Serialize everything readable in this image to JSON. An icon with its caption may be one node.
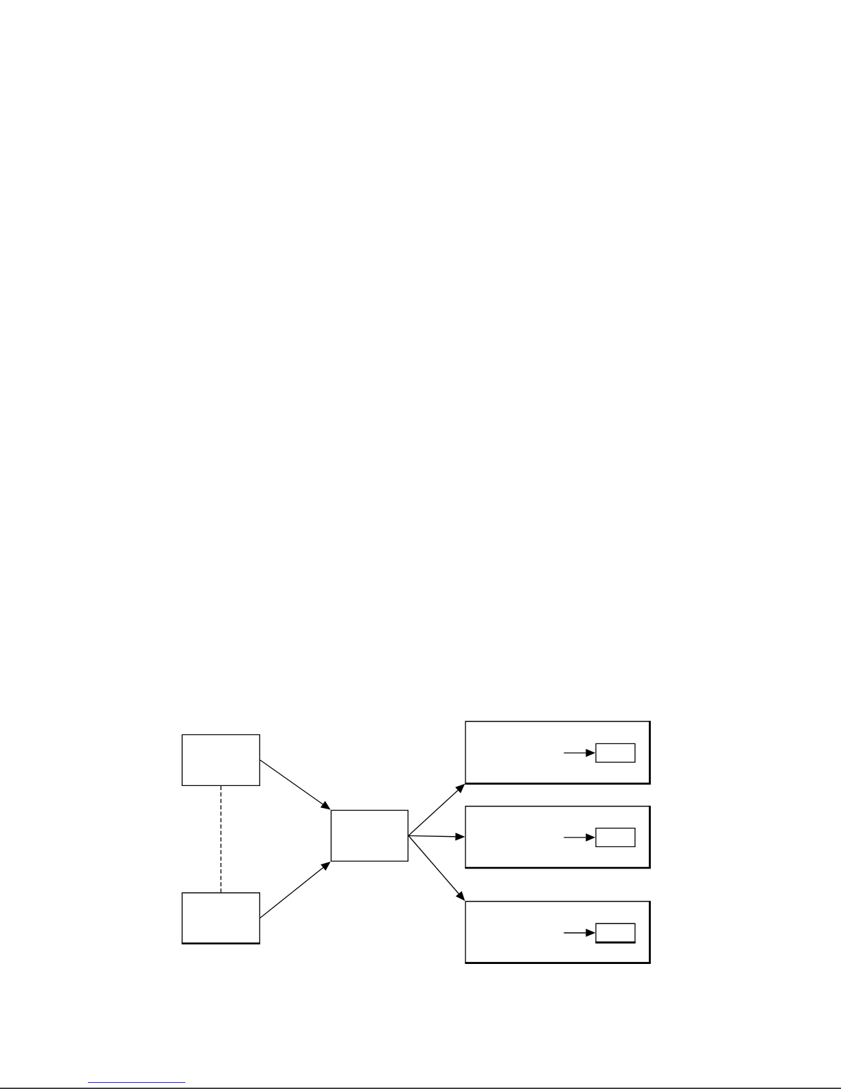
{
  "diagram": {
    "nodes": [
      {
        "text": [],
        "shape": "box"
      },
      {
        "text": [],
        "shape": "box"
      },
      {
        "text": [],
        "shape": "box"
      },
      {
        "text": [],
        "shape": "box"
      },
      {
        "text": [],
        "shape": "box",
        "in": 3
      },
      {
        "text": [],
        "shape": "box"
      },
      {
        "text": [],
        "shape": "box",
        "in": 5
      },
      {
        "text": [],
        "shape": "box"
      },
      {
        "text": [],
        "shape": "box",
        "in": 7
      }
    ],
    "edges": [
      {
        "from": 0,
        "to": 2,
        "arrow": "to"
      },
      {
        "from": 1,
        "to": 2,
        "arrow": "to"
      },
      {
        "from": 0,
        "to": 1,
        "arrow": "none",
        "style": "dashed"
      },
      {
        "from": 2,
        "to": 3,
        "arrow": "to"
      },
      {
        "from": 2,
        "to": 5,
        "arrow": "to"
      },
      {
        "from": 2,
        "to": 7,
        "arrow": "to"
      },
      {
        "from": null,
        "to": 4,
        "arrow": "to"
      },
      {
        "from": null,
        "to": 6,
        "arrow": "to"
      },
      {
        "from": null,
        "to": 8,
        "arrow": "to"
      }
    ]
  }
}
